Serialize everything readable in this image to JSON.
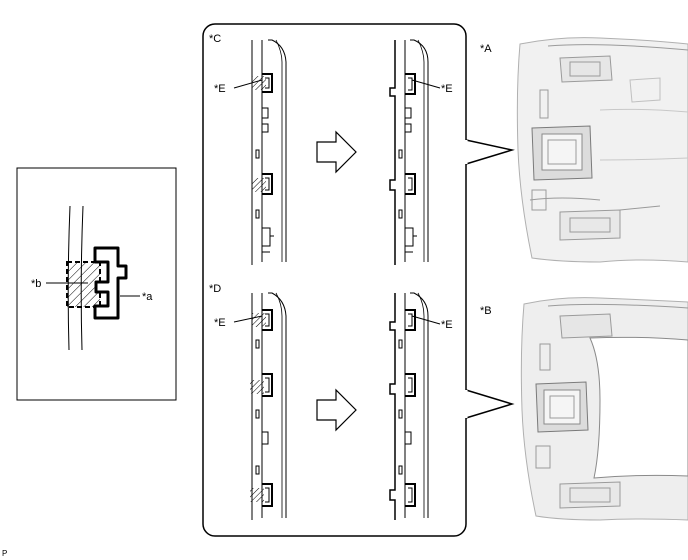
{
  "labels": {
    "a": "*a",
    "b": "*b",
    "A": "*A",
    "B": "*B",
    "C": "*C",
    "D": "*D",
    "E": "*E"
  },
  "corner_text": "P"
}
